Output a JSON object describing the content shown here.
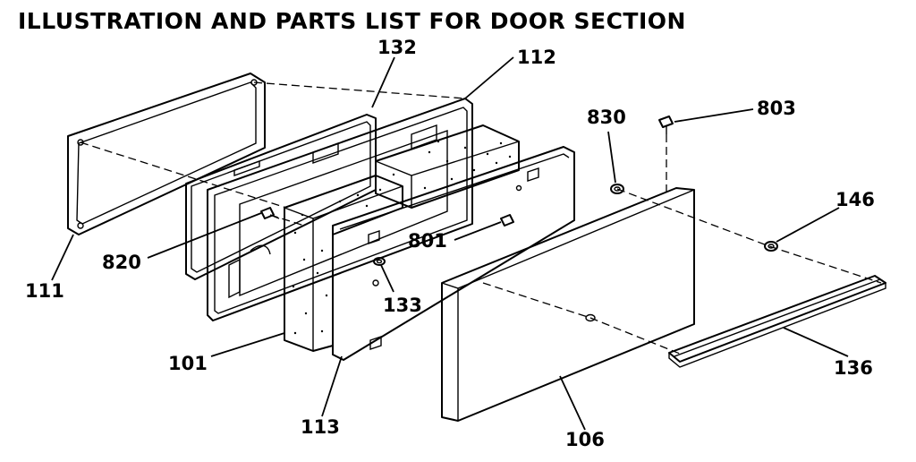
{
  "title": "ILLUSTRATION AND PARTS LIST FOR DOOR SECTION",
  "labels": {
    "p132": "132",
    "p112": "112",
    "p830": "830",
    "p803": "803",
    "p146": "146",
    "p820": "820",
    "p801": "801",
    "p111": "111",
    "p133": "133",
    "p101": "101",
    "p113": "113",
    "p106": "106",
    "p136": "136"
  }
}
